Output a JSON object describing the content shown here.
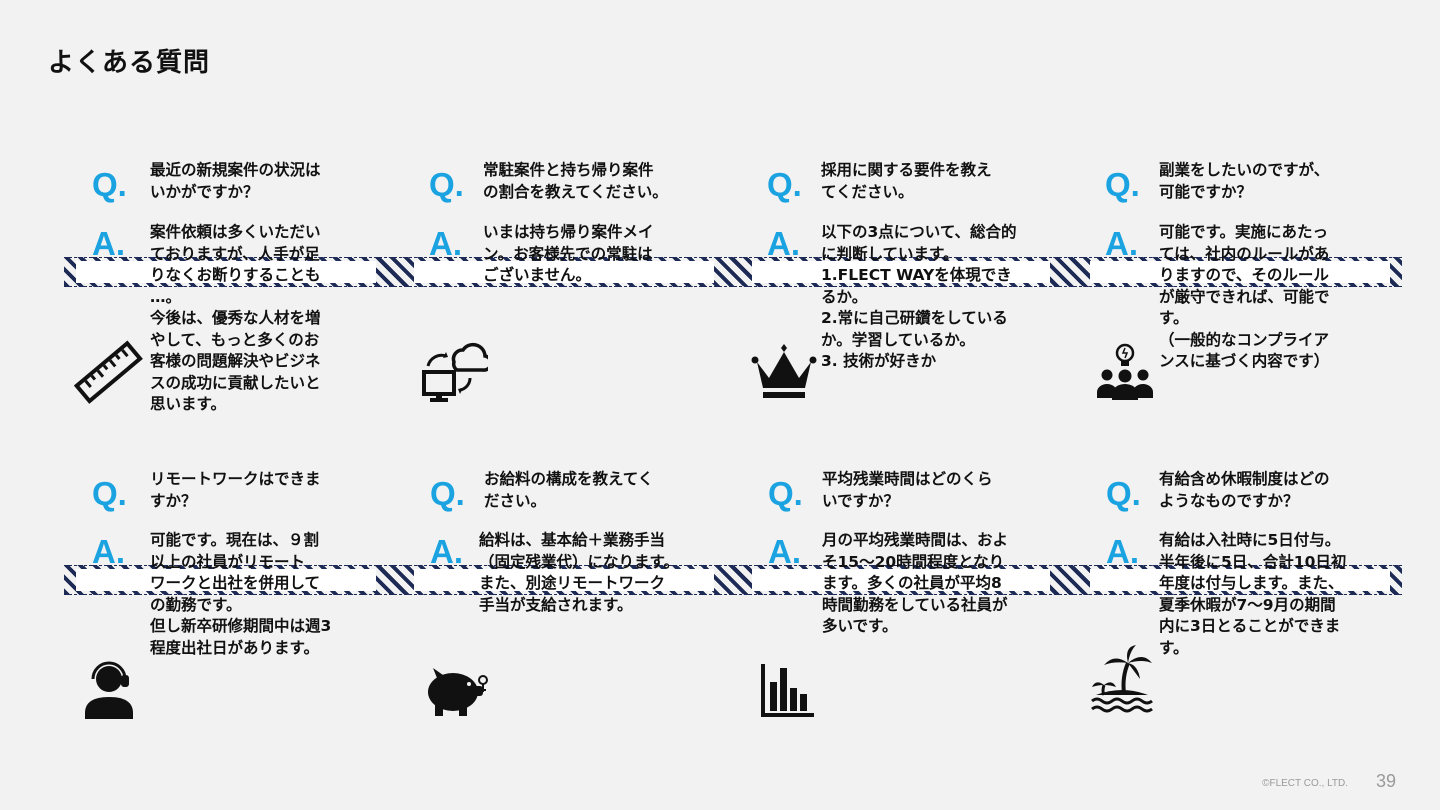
{
  "page": {
    "title": "よくある質問",
    "copyright": "©FLECT CO., LTD.",
    "page_number": "39",
    "q_mark": "Q.",
    "a_mark": "A."
  },
  "faq": [
    {
      "question": "最近の新規案件の状況は\nいかがですか？",
      "answer": "案件依頼は多くいただい\nておりますが、人手が足\nりなくお断りすることも\n…。\n今後は、優秀な人材を増\nやして、もっと多くのお\n客様の問題解決やビジネ\nスの成功に貢献したいと\n思います。",
      "icon": "ruler-icon"
    },
    {
      "question": "常駐案件と持ち帰り案件\nの割合を教えてください。",
      "answer": "いまは持ち帰り案件メイ\nン。お客様先での常駐は\nございません。",
      "icon": "cloud-sync-icon"
    },
    {
      "question": "採用に関する要件を教え\nてください。",
      "answer": "以下の3点について、総合的\nに判断しています。\n1.FLECT WAYを体現でき\n   るか。\n2.常に自己研鑽をしている\n   か。学習しているか。\n3. 技術が好きか",
      "icon": "crown-icon"
    },
    {
      "question": "副業をしたいのですが、\n可能ですか？",
      "answer": "可能です。実施にあたっ\nては、社内のルールがあ\nりますので、そのルール\nが厳守できれば、可能で\nす。\n（一般的なコンプライア\nンスに基づく内容です）",
      "icon": "team-idea-icon"
    },
    {
      "question": "リモートワークはできま\nすか？",
      "answer": "可能です。現在は、９割\n以上の社員がリモート\nワークと出社を併用して\nの勤務です。\n但し新卒研修期間中は週3\n程度出社日があります。",
      "icon": "headset-user-icon"
    },
    {
      "question": "お給料の構成を教えてく\nださい。",
      "answer": "給料は、基本給＋業務手当\n（固定残業代）になります。\nまた、別途リモートワーク\n手当が支給されます。",
      "icon": "piggy-bank-icon"
    },
    {
      "question": "平均残業時間はどのくら\nいですか？",
      "answer": "月の平均残業時間は、およ\nそ15〜20時間程度となり\nます。多くの社員が平均8\n時間勤務をしている社員が\n多いです。",
      "icon": "bar-chart-icon"
    },
    {
      "question": "有給含め休暇制度はどの\nようなものですか？",
      "answer": "有給は入社時に5日付与。\n半年後に5日、合計10日初\n年度は付与します。また、\n夏季休暇が7〜9月の期間\n内に3日とることができま\nす。",
      "icon": "island-icon"
    }
  ],
  "colors": {
    "accent": "#1aa3e0",
    "band": "#1d2a55",
    "background": "#f2f2f2"
  }
}
